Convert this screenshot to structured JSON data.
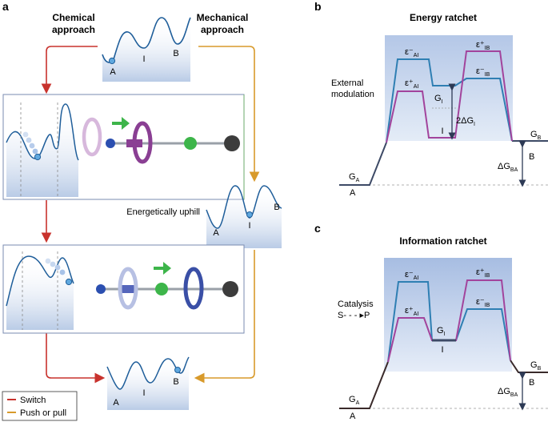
{
  "panel_a": {
    "label": "a",
    "chemical_line1": "Chemical",
    "chemical_line2": "approach",
    "mechanical_line1": "Mechanical",
    "mechanical_line2": "approach",
    "top_wells": {
      "A": "A",
      "I": "I",
      "B": "B"
    },
    "uphill_text": "Energetically uphill",
    "mid_wells": {
      "A": "A",
      "I": "I",
      "B": "B"
    },
    "bottom_wells": {
      "A": "A",
      "I": "I",
      "B": "B"
    },
    "legend": [
      {
        "label": "Switch",
        "color": "#c8322d"
      },
      {
        "label": "Push or pull",
        "color": "#d89a2b"
      }
    ]
  },
  "panel_b": {
    "label": "b",
    "title": "Energy ratchet",
    "side_line1": "External",
    "side_line2": "modulation",
    "e_minus_AI": "ε⁻",
    "e_minus_AI_sub": "AI",
    "e_plus_AI": "ε⁺",
    "e_plus_AI_sub": "AI",
    "e_plus_IB": "ε⁺",
    "e_plus_IB_sub": "IB",
    "e_minus_IB": "ε⁻",
    "e_minus_IB_sub": "IB",
    "G_I": "G",
    "G_I_sub": "I",
    "two_dG": "2ΔG",
    "two_dG_sub": "I",
    "I": "I",
    "G_A": "G",
    "G_A_sub": "A",
    "A": "A",
    "G_B": "G",
    "G_B_sub": "B",
    "B": "B",
    "dG_BA": "ΔG",
    "dG_BA_sub": "BA"
  },
  "panel_c": {
    "label": "c",
    "title": "Information ratchet",
    "side_line1": "Catalysis",
    "side_line2": "S- - - ▸P",
    "e_minus_AI": "ε⁻",
    "e_minus_AI_sub": "AI",
    "e_plus_AI": "ε⁺",
    "e_plus_AI_sub": "AI",
    "e_plus_IB": "ε⁺",
    "e_plus_IB_sub": "IB",
    "e_minus_IB": "ε⁻",
    "e_minus_IB_sub": "IB",
    "G_I": "G",
    "G_I_sub": "I",
    "I": "I",
    "G_A": "G",
    "G_A_sub": "A",
    "A": "A",
    "G_B": "G",
    "G_B_sub": "B",
    "B": "B",
    "dG_BA": "ΔG",
    "dG_BA_sub": "BA"
  },
  "colors": {
    "switch_red": "#c8322d",
    "push_orange": "#d89a2b",
    "blue_line": "#2f7fb3",
    "magenta_line": "#a2449c",
    "dark_line": "#3d4a66",
    "well_stroke": "#1f5e9a",
    "box_fill": "#c9d7ee"
  }
}
